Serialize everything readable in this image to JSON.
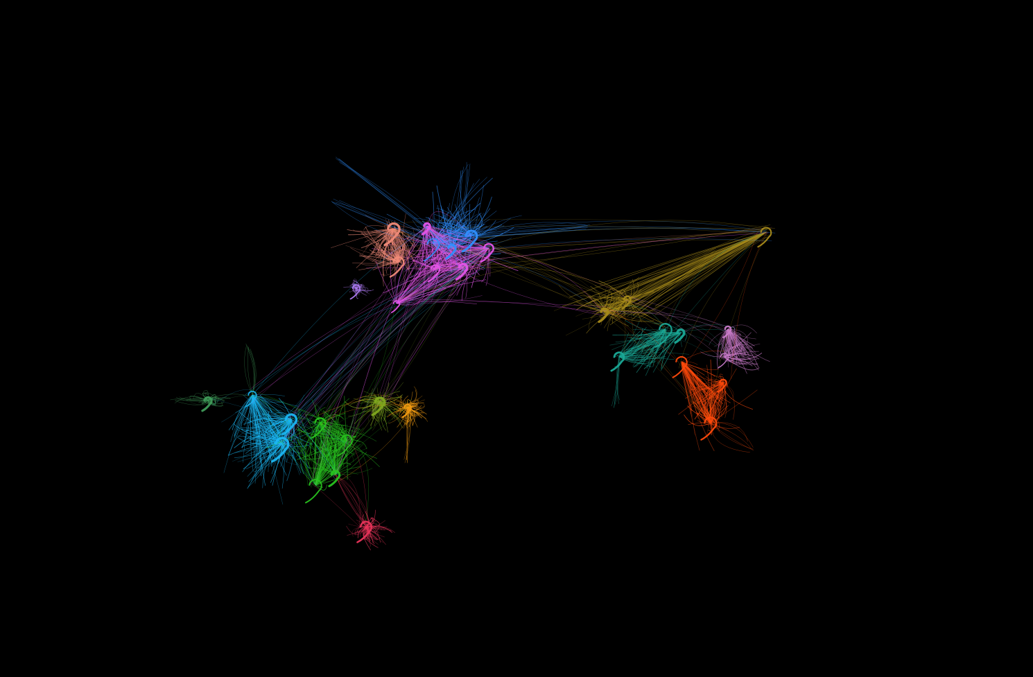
{
  "background_color": "#000000",
  "clusters": [
    {
      "name": "blue",
      "color": "#2f8fff",
      "density": 0.7
    },
    {
      "name": "magenta",
      "color": "#e255e8",
      "density": 1.0
    },
    {
      "name": "salmon",
      "color": "#f08a78",
      "density": 0.7
    },
    {
      "name": "purple",
      "color": "#b07cf5",
      "density": 0.15
    },
    {
      "name": "cyan",
      "color": "#1bb6f2",
      "density": 1.0
    },
    {
      "name": "green",
      "color": "#28c21f",
      "density": 1.0
    },
    {
      "name": "yellow-green",
      "color": "#7fa61f",
      "density": 0.4
    },
    {
      "name": "orange",
      "color": "#f09a12",
      "density": 0.35
    },
    {
      "name": "red-pink",
      "color": "#e8345a",
      "density": 0.3
    },
    {
      "name": "olive",
      "color": "#a68a1a",
      "density": 0.6
    },
    {
      "name": "teal",
      "color": "#1aa896",
      "density": 0.45
    },
    {
      "name": "orange-red",
      "color": "#ff4a0c",
      "density": 0.7
    },
    {
      "name": "lavender",
      "color": "#c87ac8",
      "density": 0.45
    },
    {
      "name": "dark-green",
      "color": "#3f9a58",
      "density": 0.15
    }
  ]
}
